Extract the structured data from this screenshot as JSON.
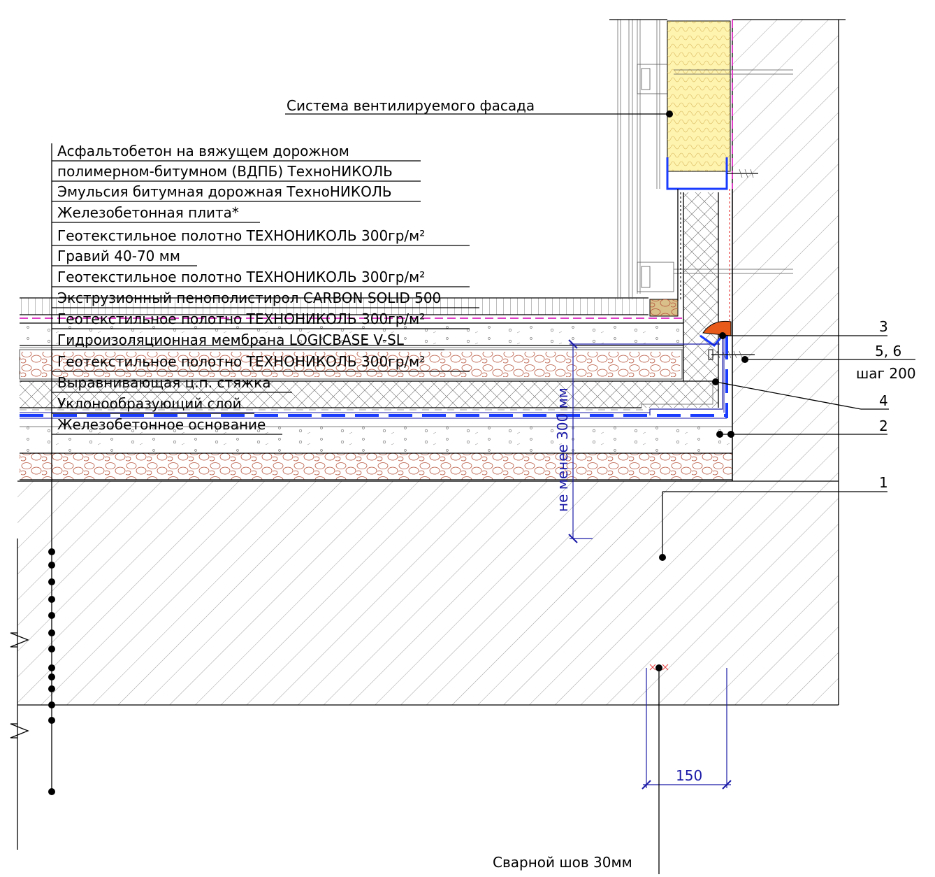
{
  "labels": {
    "facade": "Система вентилируемого фасада",
    "welded_seam": "Сварной шов 30мм",
    "step": "шаг 200",
    "callout_3": "3",
    "callout_56": "5, 6",
    "callout_4": "4",
    "callout_2": "2",
    "callout_1": "1"
  },
  "layers": [
    "Асфальтобетон на вяжущем дорожном",
    "полимерном-битумном (ВДПБ) ТехноНИКОЛЬ",
    "Эмульсия битумная дорожная ТехноНИКОЛЬ",
    "Железобетонная плита*",
    "Геотекстильное полотно ТЕХНОНИКОЛЬ 300гр/м²",
    "Гравий 40-70 мм",
    "Геотекстильное полотно ТЕХНОНИКОЛЬ 300гр/м²",
    "Экструзионный пенополистирол CARBON SOLID 500",
    "Геотекстильное полотно ТЕХНОНИКОЛЬ 300гр/м²",
    "Гидроизоляционная мембрана LOGICBASE V-SL",
    "Геотекстильное полотно ТЕХНОНИКОЛЬ 300гр/м²",
    "Выравнивающая ц.п. стяжка",
    "Уклонообразующий слой",
    "Железобетонное основание"
  ],
  "dimensions": {
    "vertical": "не менее 300 мм",
    "horizontal": "150"
  },
  "colors": {
    "membrane": "#1a3cff",
    "insulation": "#fff3b0",
    "gravel": "#b5523a",
    "sealant": "#e85a1a",
    "magenta": "#e040c8",
    "dimension": "#1a1aa8"
  }
}
